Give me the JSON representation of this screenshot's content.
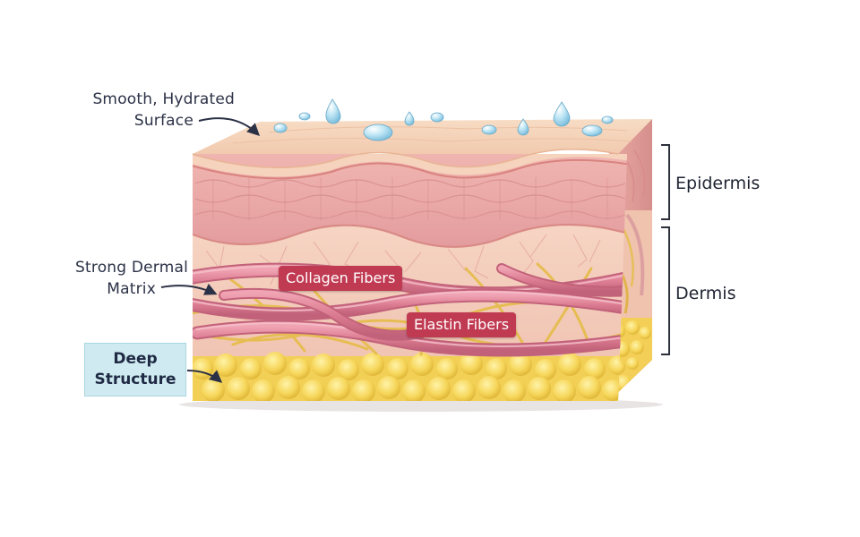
{
  "labels": {
    "surface_line1": "Smooth, Hydrated",
    "surface_line2": "Surface",
    "matrix_line1": "Strong Dermal",
    "matrix_line2": "Matrix",
    "deep_line1": "Deep",
    "deep_line2": "Structure",
    "collagen": "Collagen Fibers",
    "elastin": "Elastin Fibers",
    "epidermis": "Epidermis",
    "dermis": "Dermis"
  },
  "colors": {
    "surface": "#f3c8a8",
    "epidermis": "#eaa4a6",
    "dermis": "#f2c0ae",
    "collagen": "#dd7f93",
    "elastin": "#e9c25a",
    "fat": "#f6d65a",
    "tag_bg": "#c03a52",
    "deep_box": "#cfeaf0",
    "droplet": "#9fd3ea"
  }
}
